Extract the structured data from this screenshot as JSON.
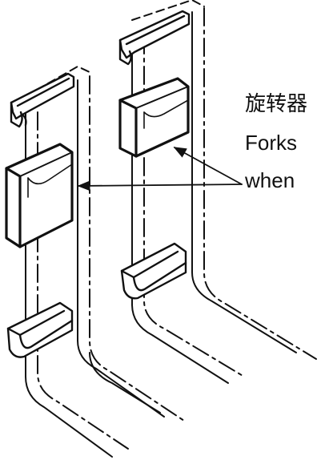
{
  "callout": {
    "lines": [
      "旋转器",
      "Forks",
      "when"
    ]
  },
  "colors": {
    "ink": "#111111",
    "background": "#ffffff"
  }
}
